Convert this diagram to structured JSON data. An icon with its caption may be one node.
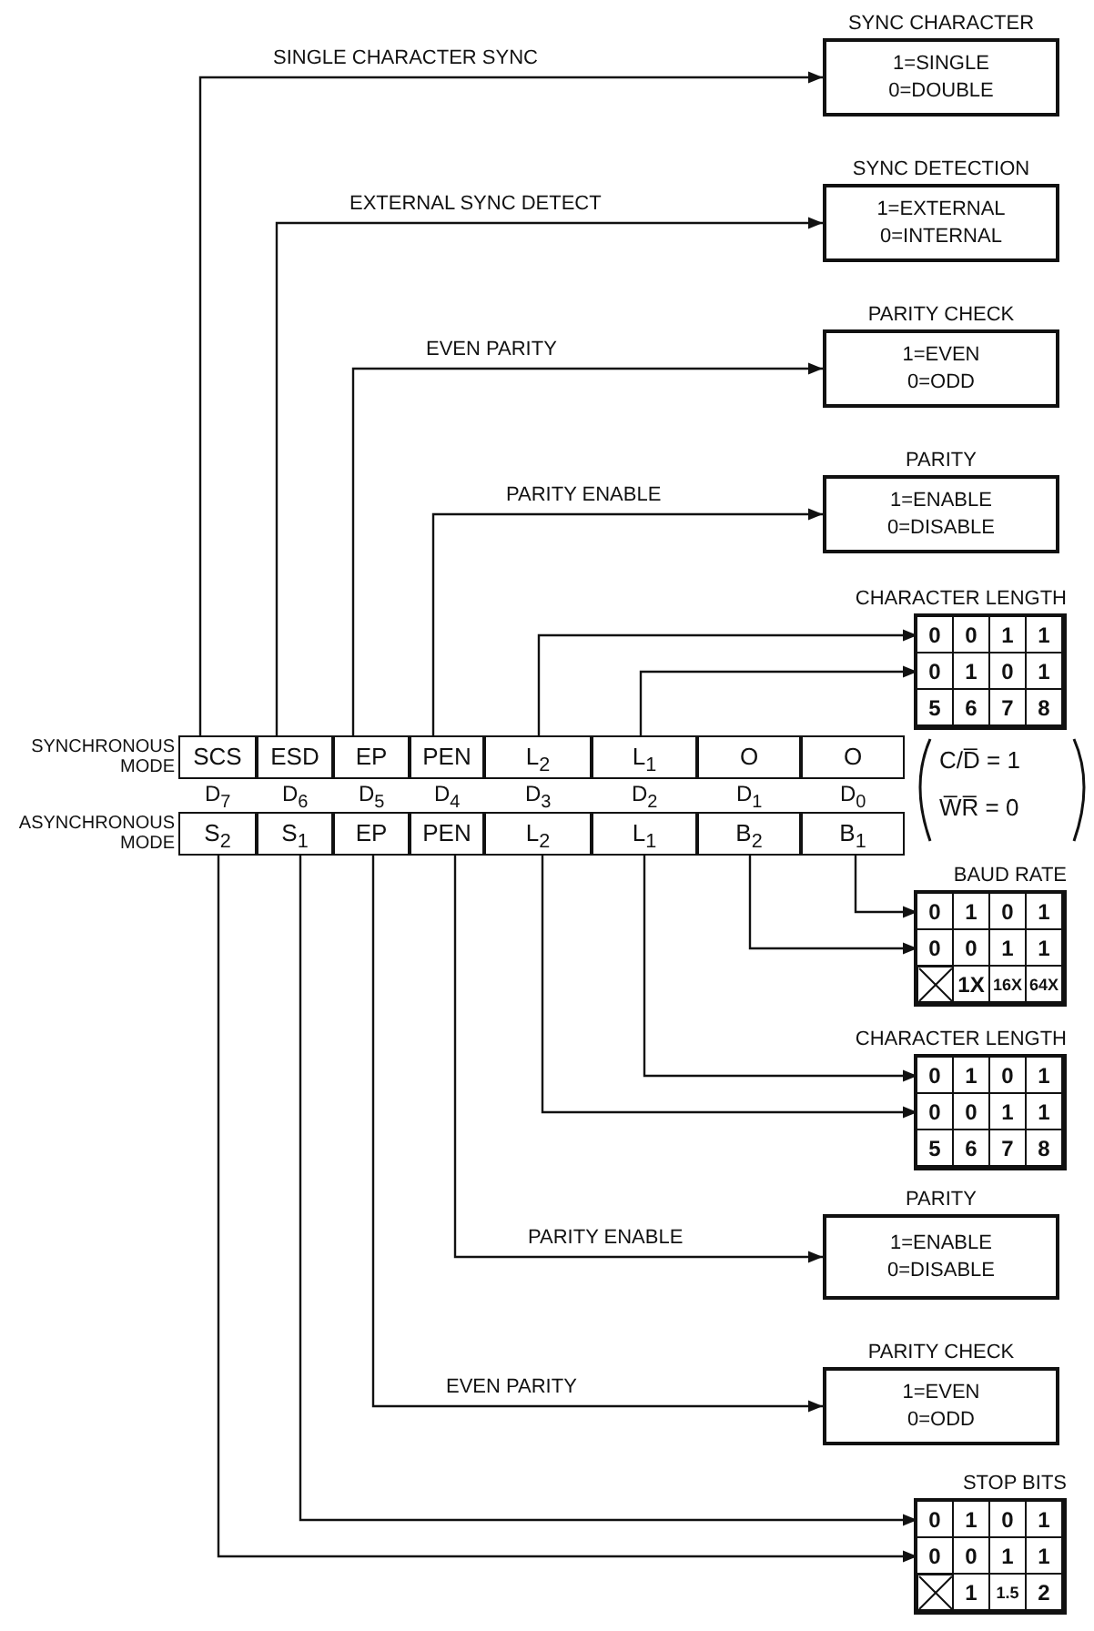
{
  "diagram": {
    "nodes": [
      {
        "text": [
          "SYNC CHARACTER",
          "1=SINGLE",
          "0=DOUBLE"
        ]
      },
      {
        "text": [
          "SYNC DETECTION",
          "1=EXTERNAL",
          "0=INTERNAL"
        ]
      },
      {
        "text": [
          "PARITY CHECK",
          "1=EVEN",
          "0=ODD"
        ]
      },
      {
        "text": [
          "PARITY",
          "1=ENABLE",
          "0=DISABLE"
        ]
      },
      {
        "text": [
          "CHARACTER LENGTH"
        ]
      },
      {
        "text": [
          "0",
          "0",
          "1",
          "1"
        ],
        "in": 4
      },
      {
        "text": [
          "0",
          "1",
          "0",
          "1"
        ],
        "in": 4
      },
      {
        "text": [
          "5",
          "6",
          "7",
          "8"
        ],
        "in": 4
      },
      {
        "text": [
          "SCS"
        ]
      },
      {
        "text": [
          "ESD"
        ]
      },
      {
        "text": [
          "EP"
        ]
      },
      {
        "text": [
          "PEN"
        ]
      },
      {
        "text": [
          "L$_{2}$"
        ]
      },
      {
        "text": [
          "L$_{1}$"
        ]
      },
      {
        "text": [
          "O"
        ]
      },
      {
        "text": [
          "O"
        ]
      },
      {
        "text": [
          "S$_{2}$"
        ]
      },
      {
        "text": [
          "S$_{1}$"
        ]
      },
      {
        "text": [
          "EP"
        ]
      },
      {
        "text": [
          "PEN"
        ]
      },
      {
        "text": [
          "L$_{2}$"
        ]
      },
      {
        "text": [
          "L$_{1}$"
        ]
      },
      {
        "text": [
          "B$_{2}$"
        ]
      },
      {
        "text": [
          "B$_{1}$"
        ]
      },
      {
        "text": [
          "BAUD RATE"
        ]
      },
      {
        "text": [
          "0",
          "1",
          "0",
          "1"
        ],
        "in": 24
      },
      {
        "text": [
          "0",
          "0",
          "1",
          "1"
        ],
        "in": 24
      },
      {
        "text": [
          "1X",
          "16X",
          "64X"
        ],
        "in": 24
      },
      {
        "text": [
          "CHARACTER LENGTH"
        ]
      },
      {
        "text": [
          "0",
          "1",
          "0",
          "1"
        ],
        "in": 28
      },
      {
        "text": [
          "0",
          "0",
          "1",
          "1"
        ],
        "in": 28
      },
      {
        "text": [
          "5",
          "6",
          "7",
          "8"
        ],
        "in": 28
      },
      {
        "text": [
          "PARITY",
          "1=ENABLE",
          "0=DISABLE"
        ]
      },
      {
        "text": [
          "PARITY CHECK",
          "1=EVEN",
          "0=ODD"
        ]
      },
      {
        "text": [
          "STOP BITS"
        ]
      },
      {
        "text": [
          "0",
          "1",
          "0",
          "1"
        ],
        "in": 34
      },
      {
        "text": [
          "0",
          "0",
          "1",
          "1"
        ],
        "in": 34
      },
      {
        "text": [
          "1",
          "1.5",
          "2"
        ],
        "in": 34
      }
    ],
    "edges": [
      {
        "from": 8,
        "to": 0,
        "arrow": "to",
        "label": "SINGLE CHARACTER SYNC"
      },
      {
        "from": 9,
        "to": 1,
        "arrow": "to",
        "label": "EXTERNAL SYNC DETECT"
      },
      {
        "from": 10,
        "to": 2,
        "arrow": "to",
        "label": "EVEN PARITY"
      },
      {
        "from": 11,
        "to": 3,
        "arrow": "to",
        "label": "PARITY ENABLE"
      },
      {
        "from": 12,
        "to": 5,
        "arrow": "to"
      },
      {
        "from": 13,
        "to": 6,
        "arrow": "to"
      },
      {
        "from": 23,
        "to": 25,
        "arrow": "to"
      },
      {
        "from": 22,
        "to": 26,
        "arrow": "to"
      },
      {
        "from": 21,
        "to": 29,
        "arrow": "to"
      },
      {
        "from": 20,
        "to": 30,
        "arrow": "to"
      },
      {
        "from": 19,
        "to": 32,
        "arrow": "to",
        "label": "PARITY ENABLE"
      },
      {
        "from": 18,
        "to": 33,
        "arrow": "to",
        "label": "EVEN PARITY"
      },
      {
        "from": 17,
        "to": 35,
        "arrow": "to"
      },
      {
        "from": 16,
        "to": 36,
        "arrow": "to"
      }
    ],
    "labels": [
      "SYNCHRONOUS MODE",
      "C/D̅ = 1",
      "D$_{7}$",
      "D$_{6}$",
      "D$_{5}$",
      "D$_{4}$",
      "D$_{3}$",
      "D$_{2}$",
      "D$_{1}$",
      "D$_{0}$",
      "W̅R̅ = 0",
      "ASYNCHRONOUS MODE"
    ]
  }
}
